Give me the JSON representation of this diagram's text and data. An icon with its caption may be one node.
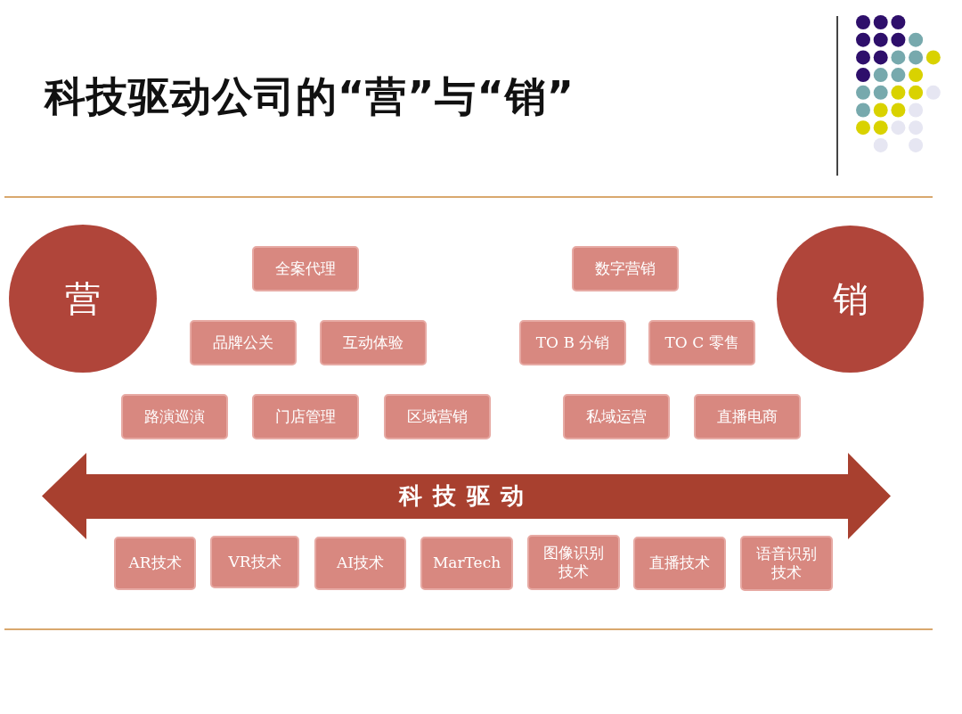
{
  "diagram": {
    "title": "科技驱动公司的“营”与“销”",
    "nodes": [
      {
        "text": [
          "营"
        ]
      },
      {
        "text": [
          "全案代理"
        ]
      },
      {
        "text": [
          "品牌公关"
        ]
      },
      {
        "text": [
          "互动体验"
        ]
      },
      {
        "text": [
          "路演巡演"
        ]
      },
      {
        "text": [
          "门店管理"
        ]
      },
      {
        "text": [
          "区域营销"
        ]
      },
      {
        "text": [
          "销"
        ]
      },
      {
        "text": [
          "数字营销"
        ]
      },
      {
        "text": [
          "TO B 分销"
        ]
      },
      {
        "text": [
          "TO C 零售"
        ]
      },
      {
        "text": [
          "私域运营"
        ]
      },
      {
        "text": [
          "直播电商"
        ]
      },
      {
        "text": [
          "科技驱动"
        ]
      },
      {
        "text": [
          "AR技术"
        ]
      },
      {
        "text": [
          "VR技术"
        ]
      },
      {
        "text": [
          "AI技术"
        ]
      },
      {
        "text": [
          "MarTech"
        ]
      },
      {
        "text": [
          "图像识别技术"
        ]
      },
      {
        "text": [
          "直播技术"
        ]
      },
      {
        "text": [
          "语音识别技术"
        ]
      }
    ],
    "edges": []
  }
}
